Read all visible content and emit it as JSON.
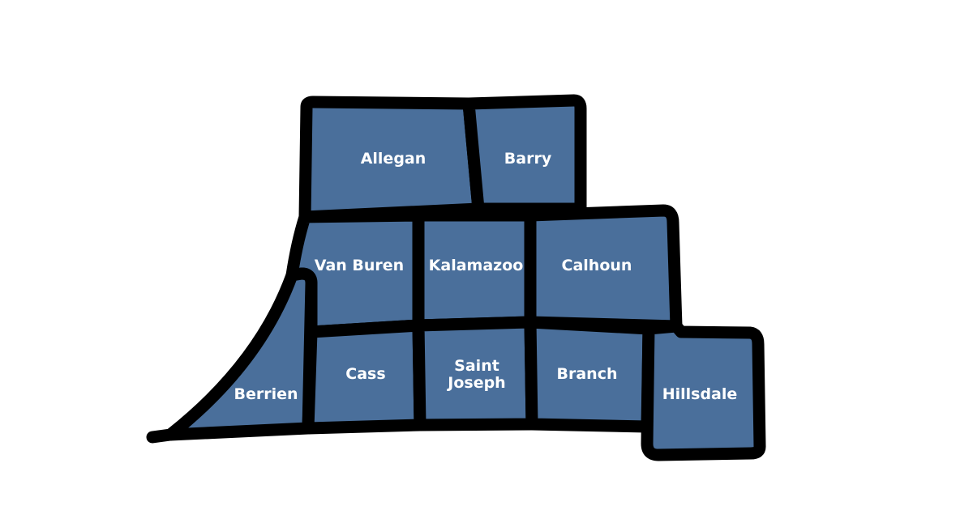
{
  "counties": [
    {
      "id": "allegan",
      "name": "Allegan"
    },
    {
      "id": "barry",
      "name": "Barry"
    },
    {
      "id": "van-buren",
      "name": "Van Buren"
    },
    {
      "id": "kalamazoo",
      "name": "Kalamazoo"
    },
    {
      "id": "calhoun",
      "name": "Calhoun"
    },
    {
      "id": "berrien",
      "name": "Berrien"
    },
    {
      "id": "cass",
      "name": "Cass"
    },
    {
      "id": "saint-joseph",
      "name_line1": "Saint",
      "name_line2": "Joseph"
    },
    {
      "id": "branch",
      "name": "Branch"
    },
    {
      "id": "hillsdale",
      "name": "Hillsdale"
    }
  ],
  "colors": {
    "county_fill": "#4a6f9b",
    "border": "#000000",
    "label": "#ffffff",
    "background": "#ffffff"
  }
}
